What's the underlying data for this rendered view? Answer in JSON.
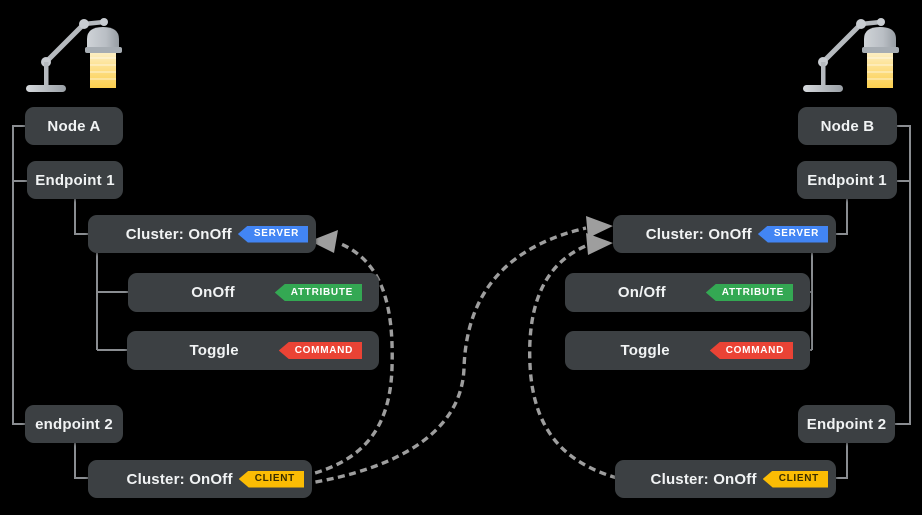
{
  "diagram": {
    "left": {
      "node": "Node A",
      "endpoint1": "Endpoint 1",
      "server_cluster": "Cluster: OnOff",
      "server_badge": "SERVER",
      "attribute": "OnOff",
      "attribute_badge": "ATTRIBUTE",
      "command": "Toggle",
      "command_badge": "COMMAND",
      "endpoint2": "endpoint 2",
      "client_cluster": "Cluster: OnOff",
      "client_badge": "CLIENT",
      "device_icon": "desk-lamp-icon"
    },
    "right": {
      "node": "Node B",
      "endpoint1": "Endpoint 1",
      "server_cluster": "Cluster: OnOff",
      "server_badge": "SERVER",
      "attribute": "On/Off",
      "attribute_badge": "ATTRIBUTE",
      "command": "Toggle",
      "command_badge": "COMMAND",
      "endpoint2": "Endpoint 2",
      "client_cluster": "Cluster: OnOff",
      "client_badge": "CLIENT",
      "device_icon": "desk-lamp-icon"
    },
    "colors": {
      "background": "#000000",
      "box": "#3c4043",
      "box_text": "#f1f3f4",
      "server": "#4285f4",
      "attribute": "#34a853",
      "command": "#ea4335",
      "client": "#fbbc04",
      "client_text": "#3a2e00",
      "connector": "#8a8d91",
      "arrow": "#9e9e9e"
    }
  }
}
